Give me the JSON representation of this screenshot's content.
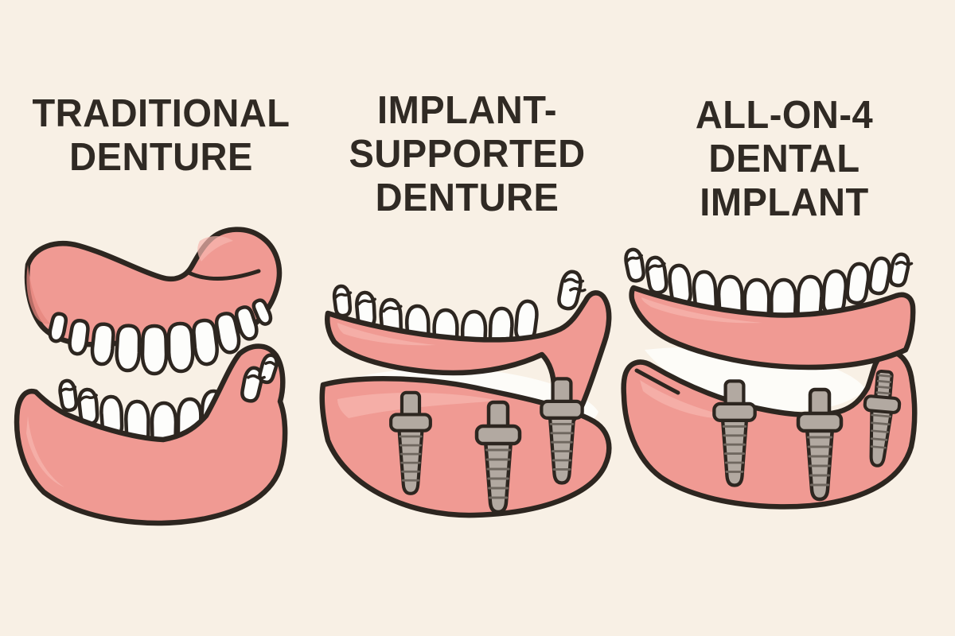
{
  "page": {
    "type": "dental-infographic",
    "background": "#F8F0E5"
  },
  "colors": {
    "background": "#F8F0E5",
    "heading": "#302A24",
    "ink": "#2D2620",
    "gum": "#F09A93",
    "gum-shadow": "#E5857D",
    "gum-highlight": "#F7B6AF",
    "tooth": "#FDFDFB",
    "mouth-white": "#FDFCF8",
    "implant": "#B2A9A1",
    "implant-shade": "#6F675F"
  },
  "panels": [
    {
      "id": "traditional-denture",
      "title": [
        "TRADITIONAL",
        "DENTURE"
      ],
      "illustration": "upper-and-lower-full-dentures"
    },
    {
      "id": "implant-supported-denture",
      "title": [
        "IMPLANT-",
        "SUPPORTED",
        "DENTURE"
      ],
      "illustration": "denture-floating-over-gum-ridge-with-implant-screws",
      "visible_implant_count": 3
    },
    {
      "id": "all-on-4-dental-implant",
      "title": [
        "ALL-ON-4",
        "DENTAL IMPLANT"
      ],
      "illustration": "full-arch-denture-over-jaw-with-implant-posts",
      "visible_implant_count": 3
    }
  ]
}
